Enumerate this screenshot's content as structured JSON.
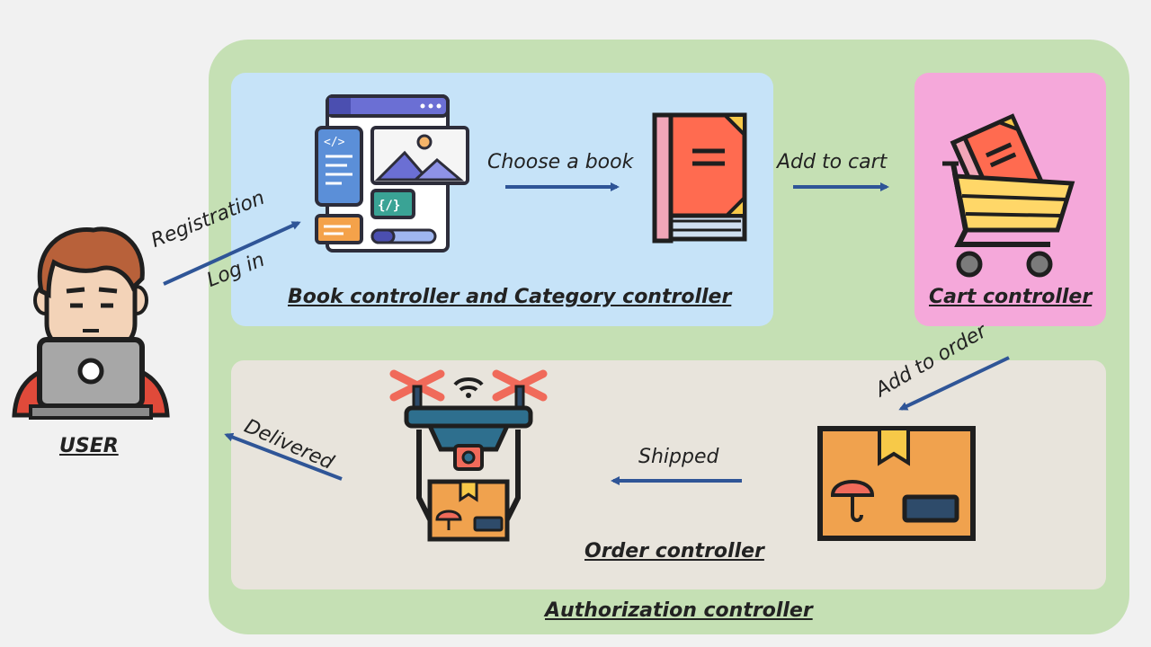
{
  "controllers": {
    "authorization": "Authorization controller",
    "book_category": "Book controller and Category controller",
    "cart": "Cart controller",
    "order": "Order controller"
  },
  "actor": {
    "user": "USER"
  },
  "edges": {
    "registration": "Registration",
    "login": "Log in",
    "choose_book": "Choose a book",
    "add_to_cart": "Add to cart",
    "add_to_order": "Add to order",
    "shipped": "Shipped",
    "delivered": "Delivered"
  },
  "icons": {
    "user": "user-at-laptop-icon",
    "web": "web-page-icon",
    "book": "book-icon",
    "cart": "shopping-cart-icon",
    "box": "package-box-icon",
    "drone": "delivery-drone-icon"
  },
  "colors": {
    "authorization_bg": "#c5e0b4",
    "book_bg": "#c6e3f8",
    "cart_bg": "#f5a8da",
    "order_bg": "#e8e4dc",
    "arrow": "#2f5597"
  }
}
